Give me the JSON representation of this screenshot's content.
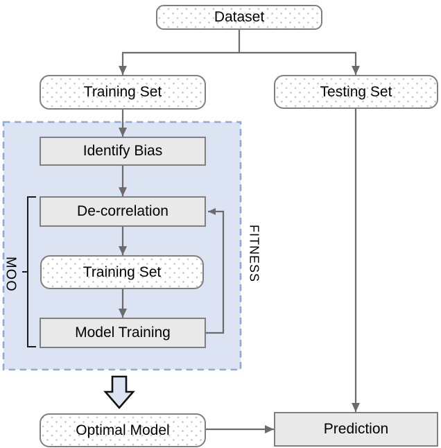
{
  "diagram": {
    "type": "flowchart",
    "nodes": {
      "dataset": {
        "label": "Dataset",
        "shape": "rounded-dotted"
      },
      "training_set": {
        "label": "Training Set",
        "shape": "rounded-dotted"
      },
      "testing_set": {
        "label": "Testing Set",
        "shape": "rounded-dotted"
      },
      "identify_bias": {
        "label": "Identify Bias",
        "shape": "process-rect"
      },
      "de_correlation": {
        "label": "De-correlation",
        "shape": "process-rect"
      },
      "inner_training_set": {
        "label": "Training Set",
        "shape": "rounded-dotted"
      },
      "model_training": {
        "label": "Model Training",
        "shape": "process-rect"
      },
      "optimal_model": {
        "label": "Optimal Model",
        "shape": "rounded-dotted"
      },
      "prediction": {
        "label": "Prediction",
        "shape": "process-rect"
      }
    },
    "annotations": {
      "moo": "MOO",
      "fitness": "FITNESS"
    },
    "edges": [
      "Dataset -> Training Set",
      "Dataset -> Testing Set",
      "Training Set -> Identify Bias",
      "Identify Bias -> De-correlation",
      "De-correlation -> Training Set (inner)",
      "Training Set (inner) -> Model Training",
      "Model Training -> De-correlation (FITNESS feedback)",
      "MOO group -> Optimal Model (block arrow)",
      "Optimal Model -> Prediction",
      "Testing Set -> Prediction"
    ],
    "colors": {
      "group_fill": "#dce3f3",
      "group_border": "#8ea9dc",
      "process_fill": "#e9e9e9",
      "node_border": "#7f7f7f",
      "connector": "#6b6b6b",
      "bracket": "#1a1a1a",
      "block_arrow_fill": "#dce3f3",
      "block_arrow_border": "#111111",
      "dot_pattern": "#c9c9c9",
      "text": "#000000"
    }
  }
}
